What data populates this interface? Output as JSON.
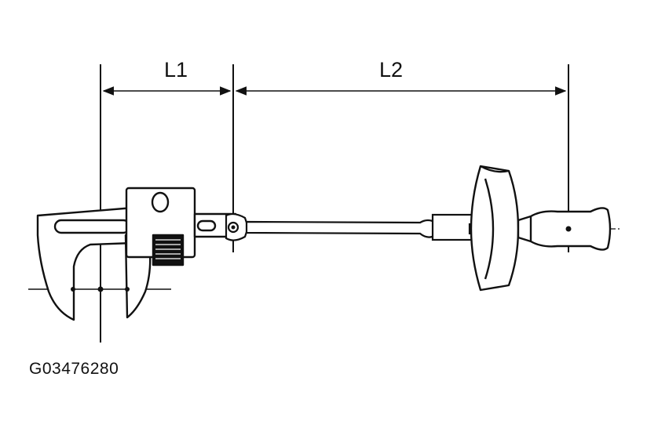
{
  "labels": {
    "l1": "L1",
    "l2": "L2"
  },
  "figure_code": "G03476280",
  "colors": {
    "ink": "#111111",
    "paper": "#ffffff"
  }
}
